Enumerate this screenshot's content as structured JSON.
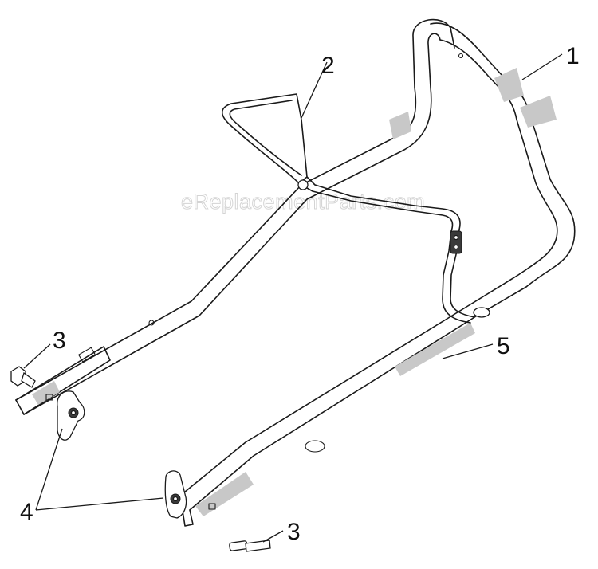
{
  "watermark": "eReplacementParts.com",
  "parts": [
    {
      "id": "handle-upper",
      "label": "1"
    },
    {
      "id": "bail",
      "label": "2"
    },
    {
      "id": "bolt-left",
      "label": "3"
    },
    {
      "id": "bolt-right",
      "label": "3"
    },
    {
      "id": "knob",
      "label": "4"
    },
    {
      "id": "cable",
      "label": "5"
    }
  ],
  "colors": {
    "line": "#1a1a1a",
    "shade": "#c8c8c8",
    "watermark": "#d4d4d4"
  }
}
